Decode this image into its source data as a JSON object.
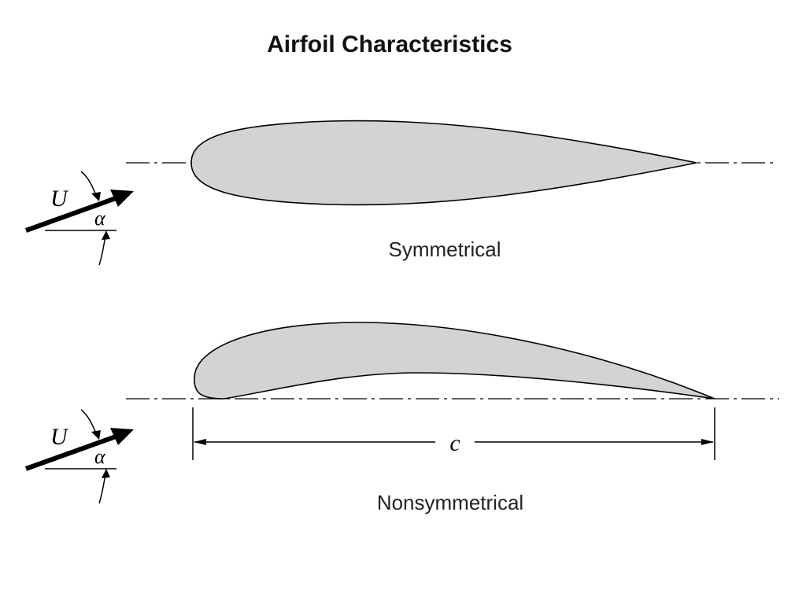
{
  "title": "Airfoil Characteristics",
  "airfoils": {
    "symmetrical": {
      "caption": "Symmetrical",
      "velocity_symbol": "U",
      "angle_symbol": "α"
    },
    "nonsymmetrical": {
      "caption": "Nonsymmetrical",
      "velocity_symbol": "U",
      "angle_symbol": "α",
      "chord_symbol": "c"
    }
  },
  "colors": {
    "airfoil_fill": "#d3d3d3",
    "line": "#000000"
  }
}
